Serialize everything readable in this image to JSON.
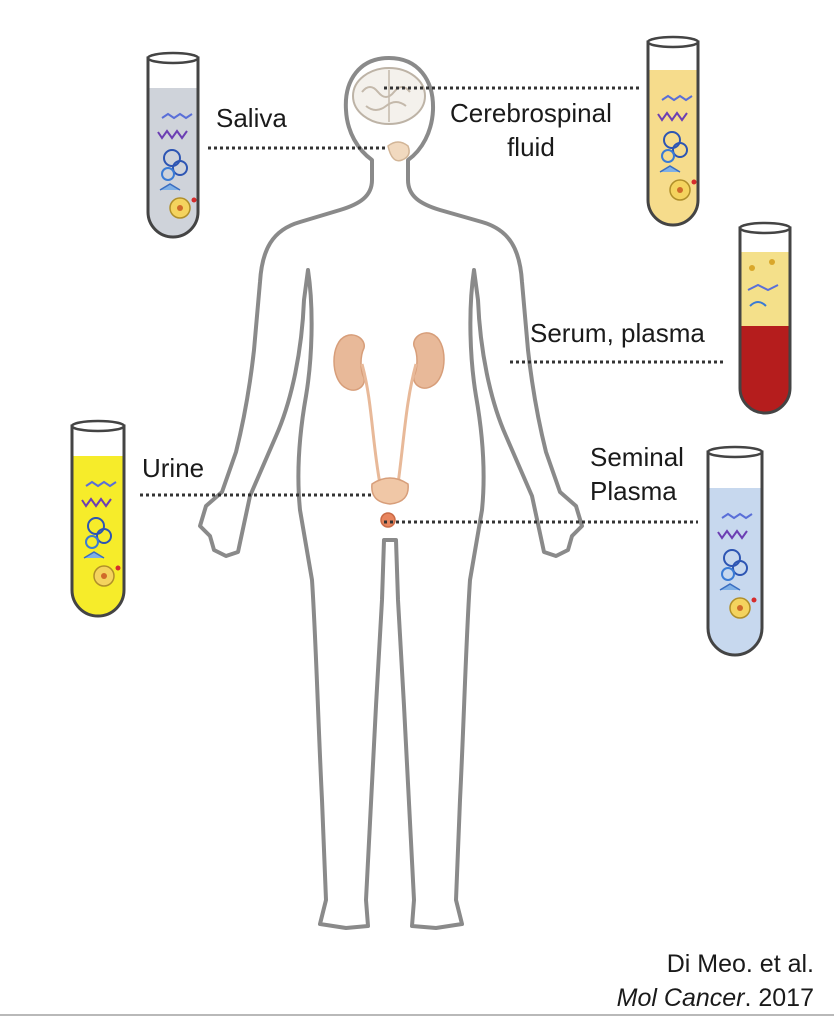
{
  "labels": {
    "saliva": "Saliva",
    "csf_line1": "Cerebrospinal",
    "csf_line2": "fluid",
    "serum": "Serum, plasma",
    "urine": "Urine",
    "seminal_line1": "Seminal",
    "seminal_line2": "Plasma"
  },
  "citation": {
    "authors": "Di Meo. et al.",
    "journal": "Mol Cancer",
    "year": ". 2017"
  },
  "colors": {
    "outline": "#8a8a8a",
    "organ": "#e8b999",
    "saliva_fluid": "#cfd3da",
    "csf_fluid": "#f6dc8c",
    "serum_top": "#f4e08a",
    "blood": "#b51d1d",
    "urine_fluid": "#f6ec2a",
    "seminal_fluid": "#c7d8ee",
    "leader": "#333333"
  }
}
